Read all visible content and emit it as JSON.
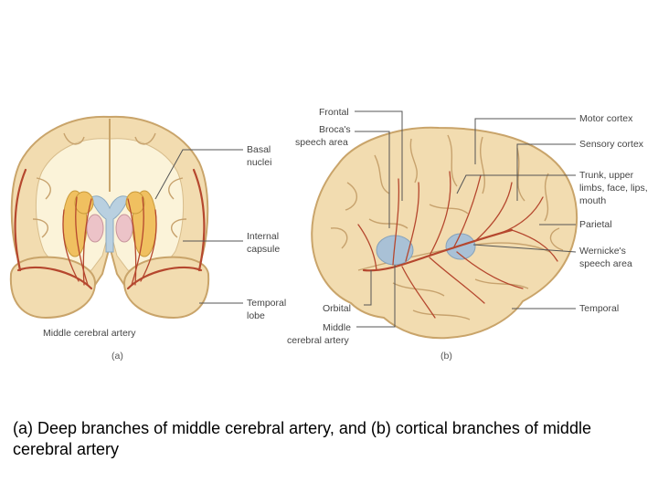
{
  "panel_a": {
    "labels": {
      "basal": [
        "Basal",
        "nuclei"
      ],
      "internal": [
        "Internal",
        "capsule"
      ],
      "temporal": [
        "Temporal",
        "lobe"
      ],
      "mca": "Middle cerebral artery"
    },
    "sublabel": "(a)"
  },
  "panel_b": {
    "labels": {
      "frontal": "Frontal",
      "broca": [
        "Broca's",
        "speech area"
      ],
      "orbital": "Orbital",
      "middle": [
        "Middle",
        "cerebral artery"
      ],
      "motor": "Motor cortex",
      "sensory": "Sensory cortex",
      "trunk": [
        "Trunk, upper",
        "limbs, face, lips,",
        "mouth"
      ],
      "parietal": "Parietal",
      "wernicke": [
        "Wernicke's",
        "speech area"
      ],
      "temporal": "Temporal"
    },
    "sublabel": "(b)"
  },
  "caption": "(a) Deep branches of middle cerebral artery, and (b) cortical branches of middle cerebral artery",
  "colors": {
    "brain_fill": "#f2dcb0",
    "brain_outline": "#c9a46a",
    "white_matter": "#fbf3d9",
    "artery": "#b5472e",
    "basal_nuclei": "#f0c060",
    "ventricle": "#b9d0e0",
    "speech_area": "#a9c1d6"
  }
}
